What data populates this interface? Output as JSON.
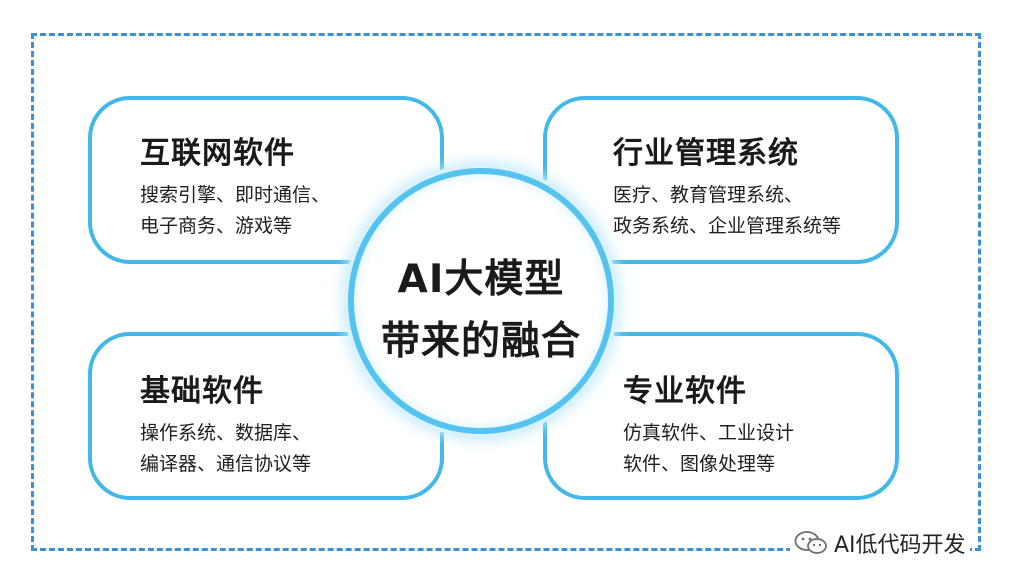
{
  "diagram": {
    "center": {
      "line1": "AI大模型",
      "line2": "带来的融合"
    },
    "cards": [
      {
        "title": "互联网软件",
        "desc_line1": "搜索引擎、即时通信、",
        "desc_line2": "电子商务、游戏等"
      },
      {
        "title": "行业管理系统",
        "desc_line1": "医疗、教育管理系统、",
        "desc_line2": "政务系统、企业管理系统等"
      },
      {
        "title": "基础软件",
        "desc_line1": "操作系统、数据库、",
        "desc_line2": "编译器、通信协议等"
      },
      {
        "title": "专业软件",
        "desc_line1": "仿真软件、工业设计",
        "desc_line2": "软件、图像处理等"
      }
    ],
    "colors": {
      "frame_dash": "#3b8fd6",
      "card_border": "#41b8e8",
      "circle_border": "#55c3ef",
      "text": "#1a1a1a"
    }
  },
  "watermark": {
    "icon": "wechat-icon",
    "text": "AI低代码开发"
  }
}
